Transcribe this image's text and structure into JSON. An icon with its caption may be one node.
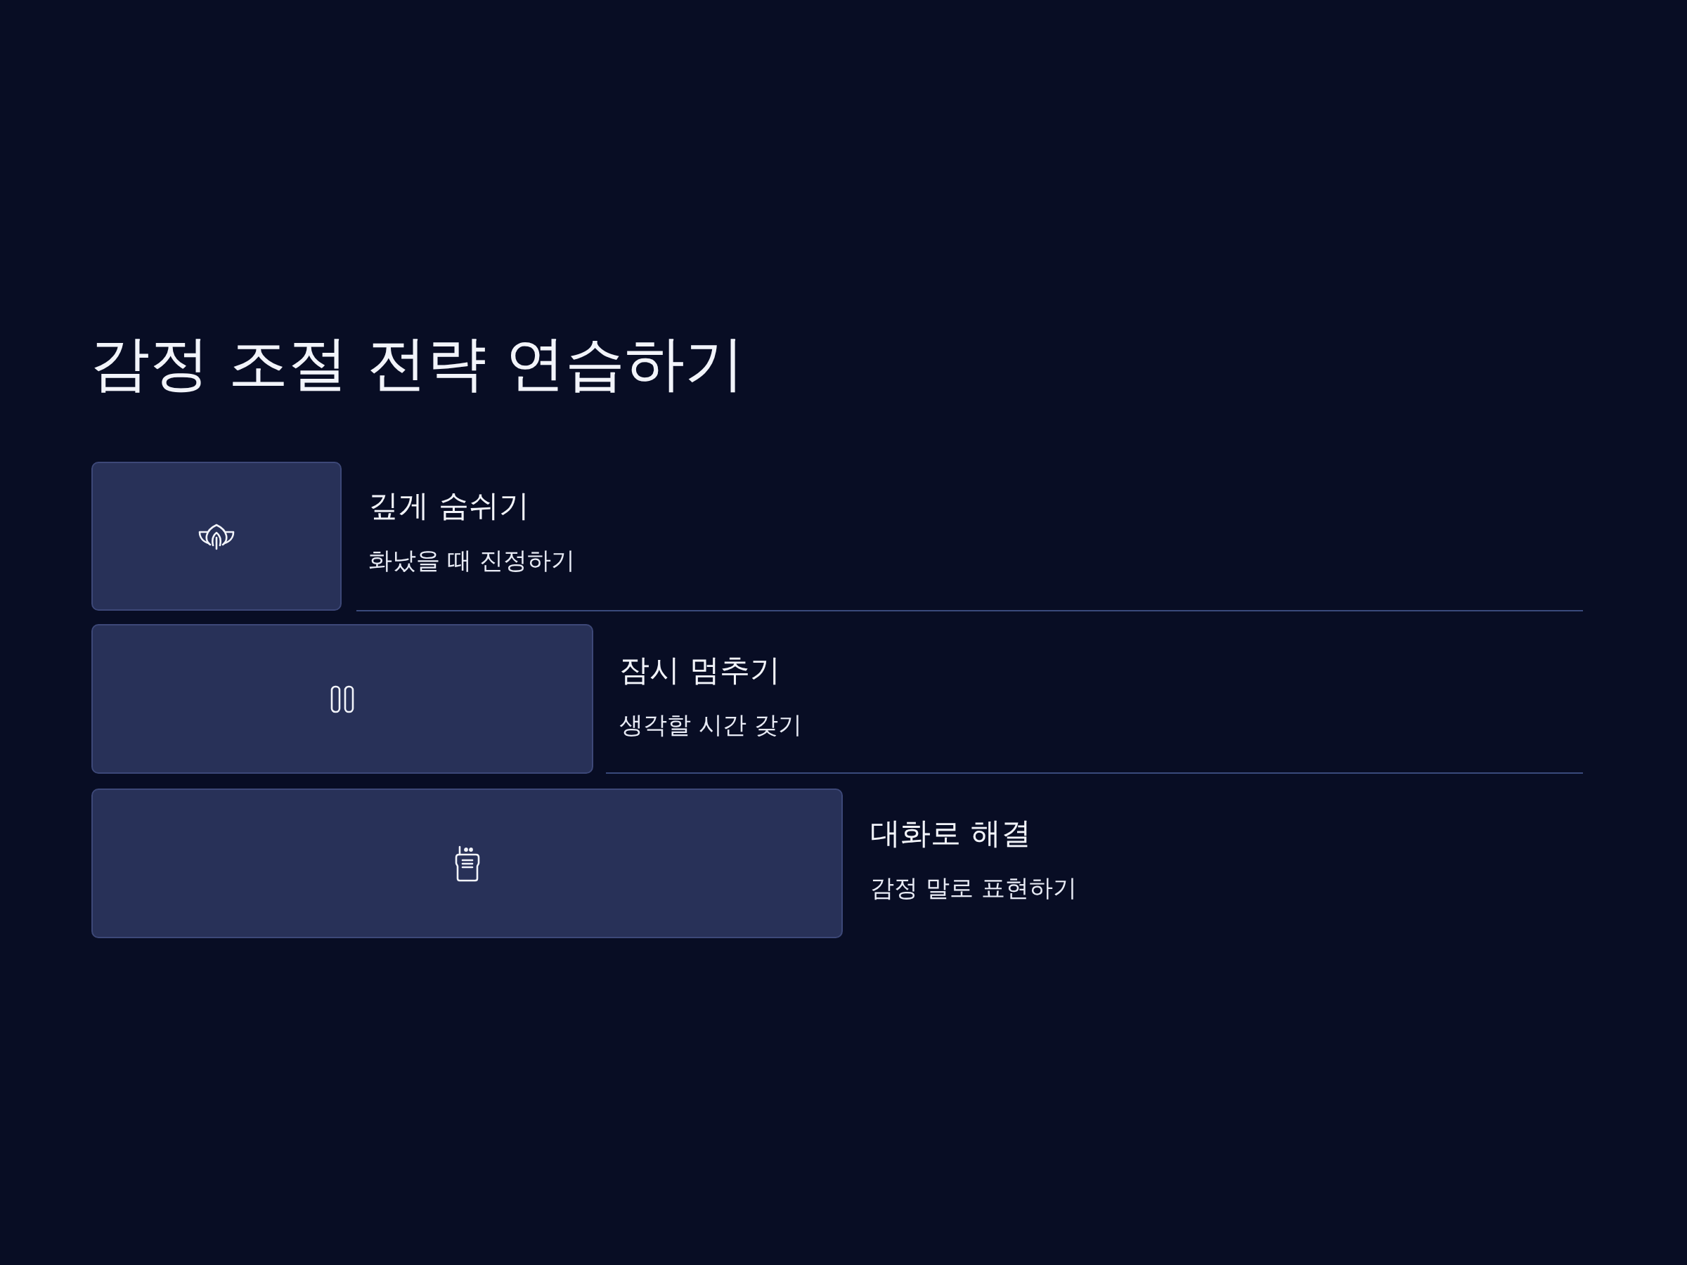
{
  "diagram": {
    "title": "감정 조절 전략 연습하기",
    "nodes": [
      {
        "text": [],
        "shape": "box",
        "beside": [
          "깊게 숨쉬기",
          "화났을 때 진정하기"
        ]
      },
      {
        "text": [],
        "shape": "box",
        "beside": [
          "잠시 멈추기",
          "생각할 시간 갖기"
        ]
      },
      {
        "text": [],
        "shape": "box",
        "beside": [
          "대화로 해결",
          "감정 말로 표현하기"
        ]
      }
    ]
  }
}
